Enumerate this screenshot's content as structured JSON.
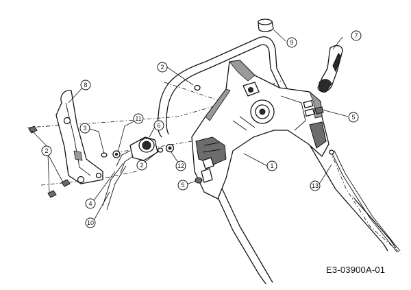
{
  "callouts": [
    {
      "id": "c1",
      "label": "1"
    },
    {
      "id": "c2a",
      "label": "2"
    },
    {
      "id": "c2b",
      "label": "2"
    },
    {
      "id": "c2c",
      "label": "2"
    },
    {
      "id": "c3",
      "label": "3"
    },
    {
      "id": "c4",
      "label": "4"
    },
    {
      "id": "c5a",
      "label": "5"
    },
    {
      "id": "c5b",
      "label": "5"
    },
    {
      "id": "c6",
      "label": "6"
    },
    {
      "id": "c7",
      "label": "7"
    },
    {
      "id": "c8",
      "label": "8"
    },
    {
      "id": "c9",
      "label": "9"
    },
    {
      "id": "c10",
      "label": "10"
    },
    {
      "id": "c11",
      "label": "11"
    },
    {
      "id": "c12",
      "label": "12"
    },
    {
      "id": "c13",
      "label": "13"
    }
  ],
  "drawing_code": "E3-03900A-01"
}
